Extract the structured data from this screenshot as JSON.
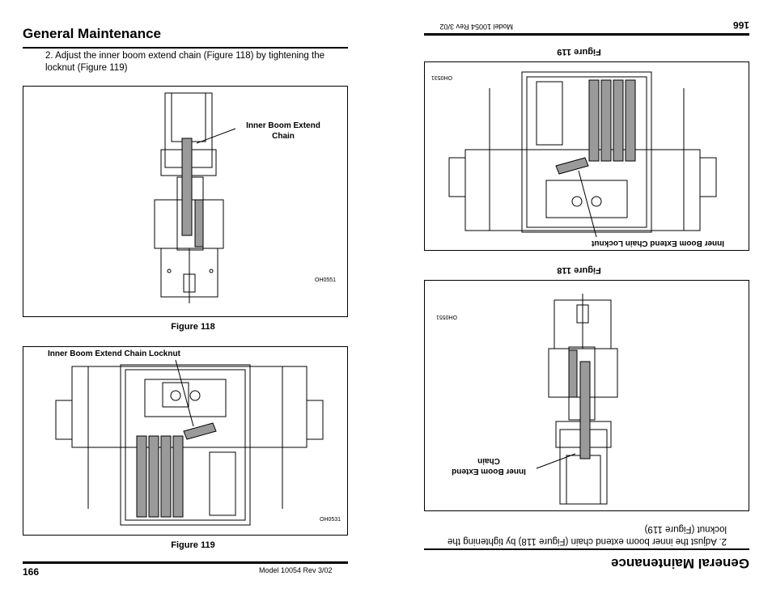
{
  "section_title": "General Maintenance",
  "step_text": "2. Adjust the inner boom extend chain (Figure 118) by tightening the locknut (Figure 119)",
  "figures": {
    "fig118": {
      "caption": "Figure 118",
      "callout": "Inner Boom Extend\nChain",
      "code": "OH0551"
    },
    "fig119": {
      "caption": "Figure 119",
      "callout": "Inner Boom Extend Chain Locknut",
      "code": "OH0531"
    }
  },
  "footer": {
    "page_number": "166",
    "model_label": "Model  10054    Rev  3/02"
  },
  "colors": {
    "ink": "#000000",
    "chain_fill": "#9a9a9a",
    "paper": "#ffffff"
  }
}
